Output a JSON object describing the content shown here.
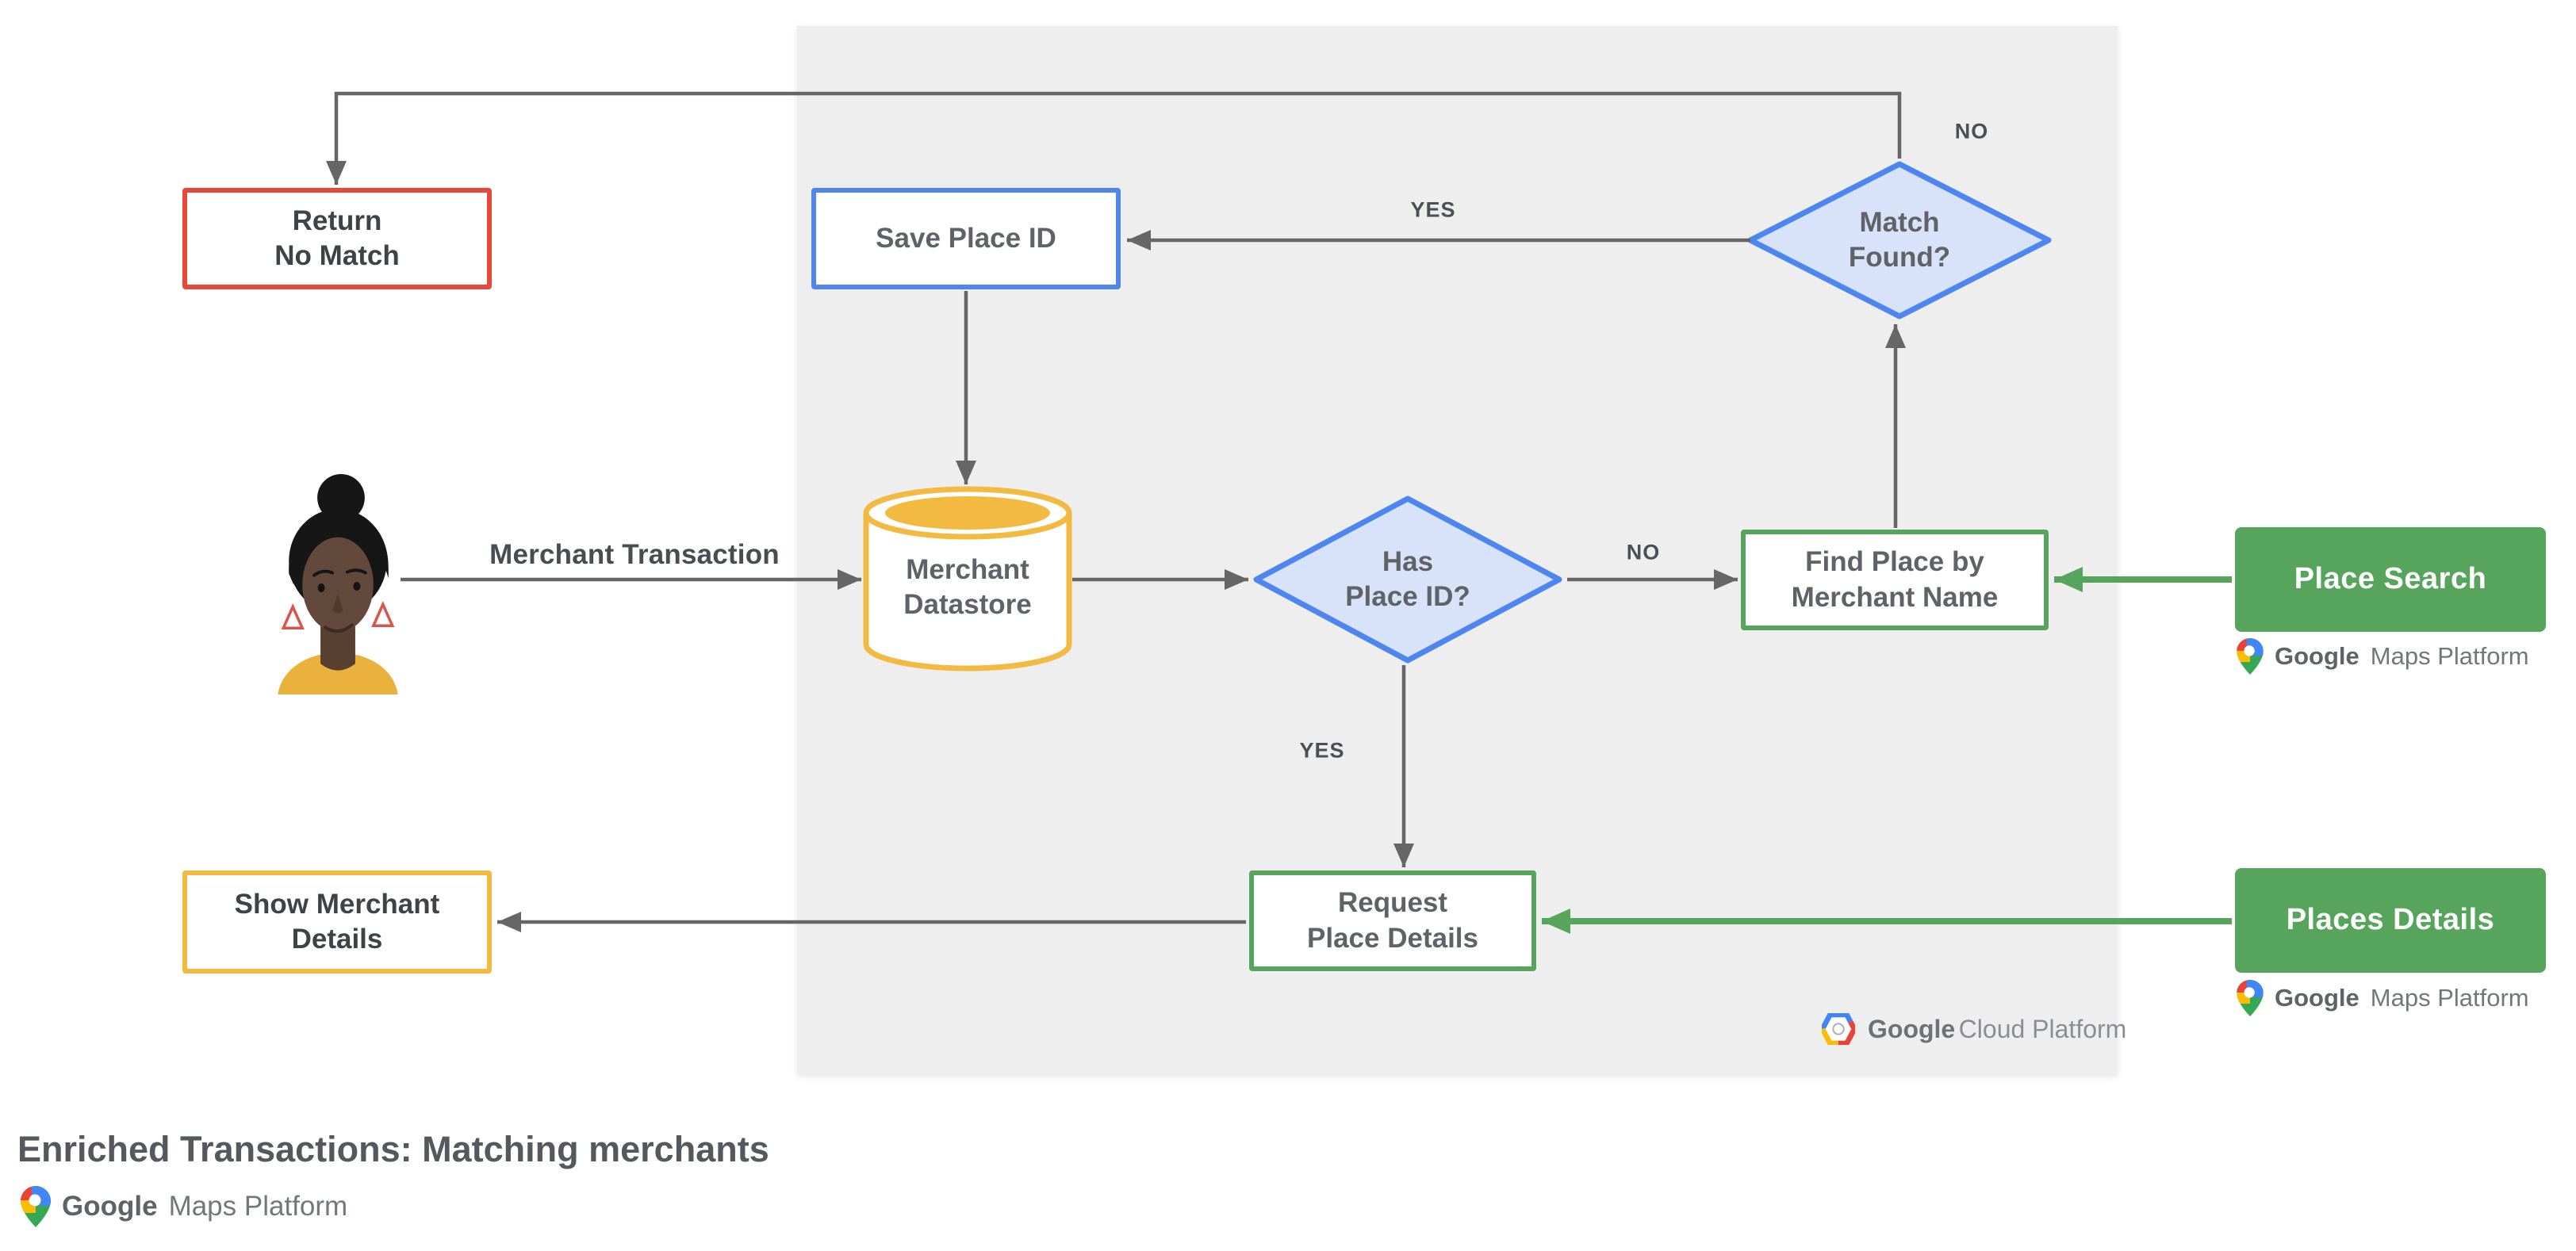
{
  "title": "Enriched Transactions: Matching merchants",
  "colors": {
    "panel_bg": "#EEEEEF",
    "red": "#E8483A",
    "blue": "#4C86EE",
    "blue_fill": "#D8E2F9",
    "yellow": "#F3BA42",
    "green": "#57A45C",
    "arrow_gray": "#666666",
    "label_gray": "#5F6368",
    "label_dark": "#3F4347"
  },
  "nodes": {
    "return_no_match": {
      "label": "Return\nNo Match"
    },
    "save_place_id": {
      "label": "Save Place ID"
    },
    "match_found": {
      "label": "Match\nFound?"
    },
    "merchant_datastore": {
      "label": "Merchant\nDatastore"
    },
    "has_place_id": {
      "label": "Has\nPlace ID?"
    },
    "find_place_by_merchant_name": {
      "label": "Find Place by\nMerchant Name"
    },
    "place_search": {
      "label": "Place Search"
    },
    "request_place_details": {
      "label": "Request\nPlace Details"
    },
    "show_merchant_details": {
      "label": "Show Merchant\nDetails"
    },
    "places_details": {
      "label": "Places Details"
    }
  },
  "edge_labels": {
    "no_top": "NO",
    "yes_top": "YES",
    "no_mid": "NO",
    "yes_mid": "YES",
    "merchant_transaction": "Merchant Transaction"
  },
  "gmp_logo": {
    "google": "Google",
    "rest": "Maps Platform"
  },
  "gcp_logo": {
    "google": "Google",
    "rest": "Cloud Platform"
  }
}
